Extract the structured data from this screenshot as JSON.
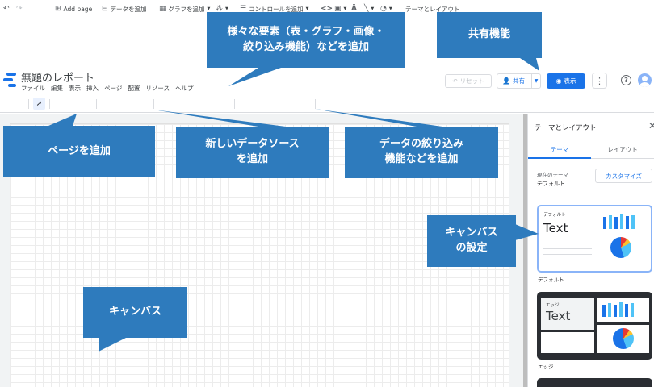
{
  "header": {
    "doc_title": "無題のレポート",
    "menu": [
      "ファイル",
      "編集",
      "表示",
      "挿入",
      "ページ",
      "配置",
      "リソース",
      "ヘルプ"
    ],
    "reset_label": "リセット",
    "share_label": "共有",
    "view_label": "表示"
  },
  "toolbar": {
    "add_page": "Add page",
    "add_data": "データを追加",
    "add_chart": "グラフを追加",
    "add_control": "コントロールを追加",
    "theme_layout": "テーマとレイアウト"
  },
  "panel": {
    "title": "テーマとレイアウト",
    "tabs": [
      "テーマ",
      "レイアウト"
    ],
    "current_theme_label": "現在のテーマ",
    "current_theme_value": "デフォルト",
    "customize_label": "カスタマイズ",
    "themes": [
      {
        "name": "デフォルト",
        "card_label": "デフォルト",
        "card_text": "Text"
      },
      {
        "name": "エッジ",
        "card_label": "エッジ",
        "card_text": "Text"
      }
    ]
  },
  "callouts": {
    "elements": "様々な要素（表・グラフ・画像・\n絞り込み機能）などを追加",
    "share": "共有機能",
    "add_page": "ページを追加",
    "add_datasource": "新しいデータソース\nを追加",
    "filter": "データの絞り込み\n機能などを追加",
    "canvas_settings": "キャンバス\nの設定",
    "canvas": "キャンバス"
  },
  "colors": {
    "accent": "#1a73e8",
    "callout": "#2e7bbd"
  }
}
